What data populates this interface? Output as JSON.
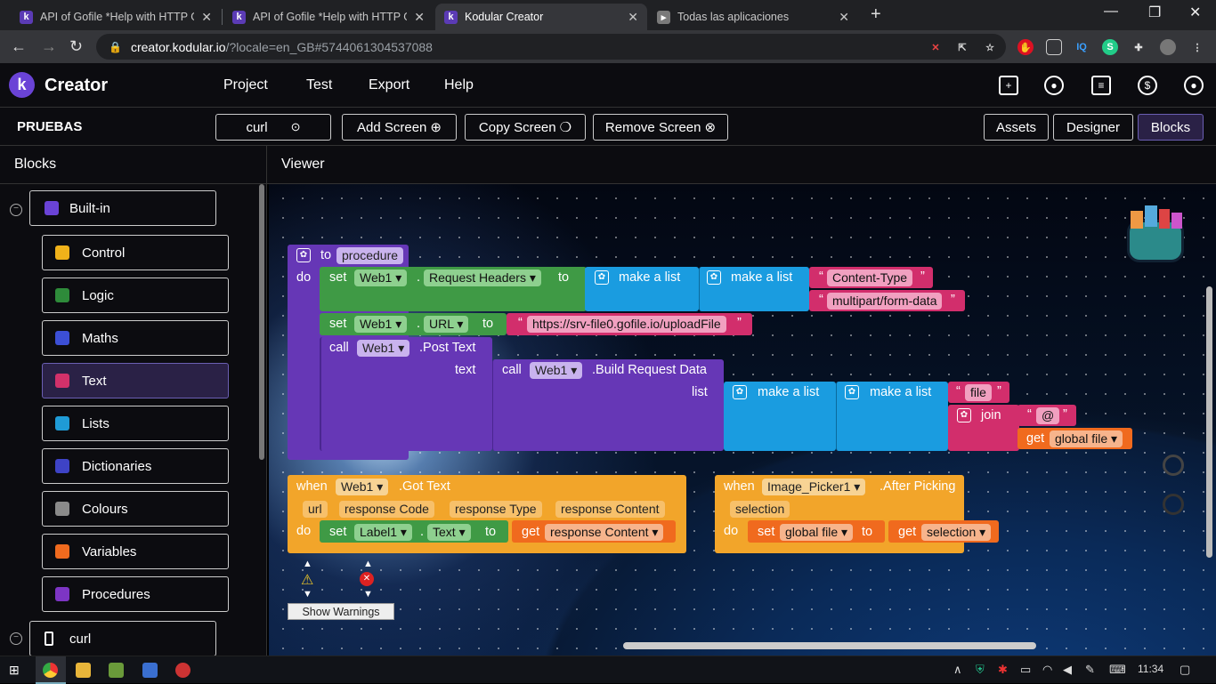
{
  "browser": {
    "tabs": [
      {
        "title": "API of Gofile *Help with HTTP Ge",
        "favicon": "k",
        "active": false
      },
      {
        "title": "API of Gofile *Help with HTTP Ge",
        "favicon": "k",
        "active": false
      },
      {
        "title": "Kodular Creator",
        "favicon": "k",
        "active": true
      },
      {
        "title": "Todas las aplicaciones",
        "favicon": "",
        "active": false
      }
    ],
    "url_host": "creator.kodular.io",
    "url_path": "/?locale=en_GB#5744061304537088"
  },
  "app": {
    "brand": "Creator",
    "menu": [
      "Project",
      "Test",
      "Export",
      "Help"
    ],
    "project_name": "PRUEBAS",
    "screen_select": "curl",
    "toolbar_buttons": [
      "Add Screen",
      "Copy Screen",
      "Remove Screen"
    ],
    "view_buttons": [
      "Assets",
      "Designer",
      "Blocks"
    ],
    "active_view": "Blocks"
  },
  "blocks_panel": {
    "title": "Blocks",
    "group_builtin": "Built-in",
    "categories": [
      {
        "label": "Control",
        "color": "#f0b21a"
      },
      {
        "label": "Logic",
        "color": "#2e8b3a"
      },
      {
        "label": "Maths",
        "color": "#3c4fd6"
      },
      {
        "label": "Text",
        "color": "#d2316a"
      },
      {
        "label": "Lists",
        "color": "#1f9bd6"
      },
      {
        "label": "Dictionaries",
        "color": "#3e43c6"
      },
      {
        "label": "Colours",
        "color": "#8a8a8a"
      },
      {
        "label": "Variables",
        "color": "#f06a1e"
      },
      {
        "label": "Procedures",
        "color": "#7d35c4"
      }
    ],
    "selected_category": "Text",
    "group_screen": "curl"
  },
  "viewer": {
    "title": "Viewer",
    "procedure": {
      "to": "to",
      "name": "procedure",
      "do": "do",
      "set1": {
        "set": "set",
        "component": "Web1",
        "prop": "Request Headers",
        "to": "to"
      },
      "make_list": "make a list",
      "ct": "Content-Type",
      "mp": "multipart/form-data",
      "set2": {
        "set": "set",
        "component": "Web1",
        "prop": "URL",
        "to": "to"
      },
      "url": "https://srv-file0.gofile.io/uploadFile",
      "call1": {
        "call": "call",
        "component": "Web1",
        "method": ".Post Text",
        "arg": "text"
      },
      "call2": {
        "call": "call",
        "component": "Web1",
        "method": ".Build Request Data",
        "arg": "list"
      },
      "file": "file",
      "join": "join",
      "at": "@",
      "get": "get",
      "global_file": "global file"
    },
    "event1": {
      "when": "when",
      "component": "Web1",
      "event": ".Got Text",
      "params": [
        "url",
        "response Code",
        "response Type",
        "response Content"
      ],
      "do": "do",
      "set": "set",
      "label": "Label1",
      "prop": "Text",
      "to": "to",
      "get": "get",
      "value": "response Content"
    },
    "event2": {
      "when": "when",
      "component": "Image_Picker1",
      "event": ".After Picking",
      "param": "selection",
      "do": "do",
      "set": "set",
      "var": "global file",
      "to": "to",
      "get": "get",
      "value": "selection"
    },
    "show_warnings": "Show Warnings"
  },
  "taskbar": {
    "time": "11:34"
  }
}
